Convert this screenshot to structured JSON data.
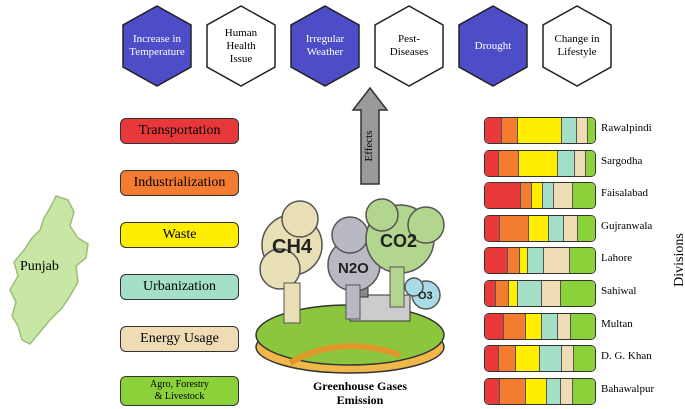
{
  "effects": [
    {
      "label_lines": [
        "Increase in",
        "Temperature"
      ],
      "style": "blue"
    },
    {
      "label_lines": [
        "Human",
        "Health",
        "Issue"
      ],
      "style": "white"
    },
    {
      "label_lines": [
        "Irregular",
        "Weather"
      ],
      "style": "blue"
    },
    {
      "label_lines": [
        "Pest-",
        "Diseases"
      ],
      "style": "white"
    },
    {
      "label_lines": [
        "Drought"
      ],
      "style": "blue"
    },
    {
      "label_lines": [
        "Change in",
        "Lifestyle"
      ],
      "style": "white"
    }
  ],
  "effects_arrow_label": "Effects",
  "region_label": "Punjab",
  "factors": [
    {
      "label_lines": [
        "Transportation"
      ],
      "color": "#e8383a"
    },
    {
      "label_lines": [
        "Industrialization"
      ],
      "color": "#f47c30"
    },
    {
      "label_lines": [
        "Waste"
      ],
      "color": "#ffee00"
    },
    {
      "label_lines": [
        "Urbanization"
      ],
      "color": "#a4e0c8"
    },
    {
      "label_lines": [
        "Energy Usage"
      ],
      "color": "#efdcb4"
    },
    {
      "label_lines": [
        "Agro, Forestry",
        "& Livestock"
      ],
      "color": "#8bd23a"
    }
  ],
  "gases": [
    "CH4",
    "N2O",
    "CO2",
    "O3"
  ],
  "emission_label_lines": [
    "Greenhouse Gases",
    "Emission"
  ],
  "divisions_title": "Divisions",
  "divisions": [
    {
      "name": "Rawalpindi",
      "shares": [
        0.15,
        0.15,
        0.4,
        0.14,
        0.1,
        0.06
      ]
    },
    {
      "name": "Sargodha",
      "shares": [
        0.13,
        0.18,
        0.35,
        0.16,
        0.1,
        0.08
      ]
    },
    {
      "name": "Faisalabad",
      "shares": [
        0.33,
        0.1,
        0.1,
        0.1,
        0.17,
        0.2
      ]
    },
    {
      "name": "Gujranwala",
      "shares": [
        0.14,
        0.26,
        0.18,
        0.14,
        0.13,
        0.15
      ]
    },
    {
      "name": "Lahore",
      "shares": [
        0.21,
        0.11,
        0.07,
        0.15,
        0.23,
        0.23
      ]
    },
    {
      "name": "Sahiwal",
      "shares": [
        0.1,
        0.12,
        0.08,
        0.22,
        0.17,
        0.31
      ]
    },
    {
      "name": "Multan",
      "shares": [
        0.17,
        0.2,
        0.15,
        0.14,
        0.12,
        0.22
      ]
    },
    {
      "name": "D. G. Khan",
      "shares": [
        0.13,
        0.15,
        0.22,
        0.2,
        0.11,
        0.19
      ]
    },
    {
      "name": "Bahawalpur",
      "shares": [
        0.14,
        0.23,
        0.19,
        0.13,
        0.11,
        0.2
      ]
    }
  ]
}
